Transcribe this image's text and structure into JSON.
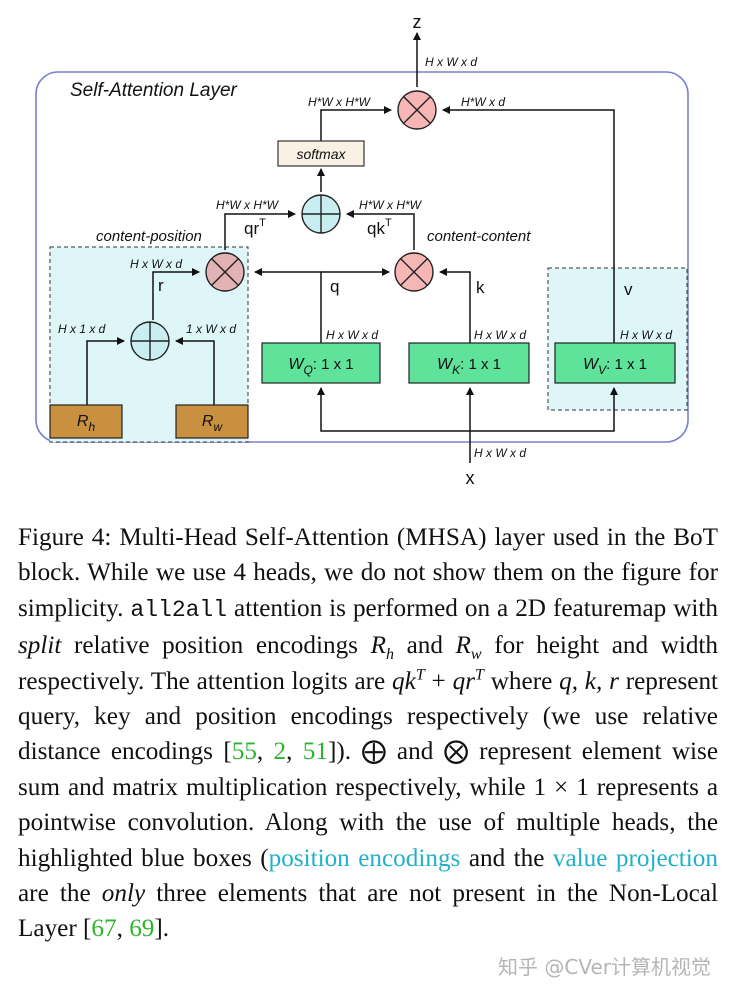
{
  "figure": {
    "layer_title": "Self-Attention Layer",
    "io": {
      "output": "z",
      "input": "x"
    },
    "dims": {
      "out": "H x W x d",
      "attn_left": "H*W x H*W",
      "v_in": "H*W x d",
      "qr_sum": "H*W x H*W",
      "qk_sum": "H*W x H*W",
      "r_out": "H x W x d",
      "rh": "H x 1 x d",
      "rw": "1 x W x d",
      "q_out": "H x W x d",
      "k_out": "H x W x d",
      "v_out": "H x W x d",
      "x_in": "H x W x d"
    },
    "blocks": {
      "softmax": "softmax",
      "wq_main": "W",
      "wq_sub": "Q",
      "wq_rest": ": 1 x 1",
      "wk_main": "W",
      "wk_sub": "K",
      "wk_rest": ": 1 x 1",
      "wv_main": "W",
      "wv_sub": "V",
      "wv_rest": ": 1 x 1",
      "rh_main": "R",
      "rh_sub": "h",
      "rw_main": "R",
      "rw_sub": "w"
    },
    "labels": {
      "qr": "qr",
      "qr_sup": "T",
      "qk": "qk",
      "qk_sup": "T",
      "content_position": "content-position",
      "content_content": "content-content",
      "r": "r",
      "q": "q",
      "k": "k",
      "v": "v"
    },
    "colors": {
      "layer_border": "#7b7fd4",
      "highlight_fill": "#dff6f8",
      "mult_fill": "#f7b6b6",
      "mult_fill_left": "#e3b2b2",
      "sum_fill": "#c8eef2",
      "conv_fill": "#5fe39a",
      "rel_fill": "#c99040",
      "softmax_fill": "#f8f1e4"
    }
  },
  "caption": {
    "figure_label": "Figure 4:",
    "t1": "Multi-Head Self-Attention (MHSA) layer used in the BoT block. While we use 4 heads, we do not show them on the figure for simplicity.",
    "mono1": "all2all",
    "t2": "attention is performed on a 2D featuremap with",
    "em_split": "split",
    "t3": "relative position encodings",
    "rh_main": "R",
    "rh_sub": "h",
    "t4": "and",
    "rw_main": "R",
    "rw_sub": "w",
    "t5": "for height and width respectively. The attention logits are",
    "eq1": "qk",
    "eq1_sup": "T",
    "eq_plus": "+",
    "eq2": "qr",
    "eq2_sup": "T",
    "t6": "where",
    "vars": "q, k, r",
    "t7": "represent query, key and position encodings respectively (we use relative distance encodings [",
    "cite1": "55",
    "sep1": ",",
    "cite2": "2",
    "sep2": ",",
    "cite3": "51",
    "t8": "]).",
    "oplus": "⨁",
    "t9": "and",
    "otimes": "⨂",
    "t10": "represent element wise sum and matrix multiplication respectively, while",
    "one_x_one": "1 × 1",
    "t11": "represents a pointwise convolution. Along with the use of multiple heads, the highlighted blue boxes (",
    "hl1": "position encodings",
    "t12": "and the",
    "hl2": "value projection",
    "t13": "are the",
    "em_only": "only",
    "t14": "three elements that are not present in the Non-Local Layer [",
    "cite4": "67",
    "sep3": ",",
    "cite5": "69",
    "t15": "]."
  },
  "watermark": "知乎 @CVer计算机视觉"
}
